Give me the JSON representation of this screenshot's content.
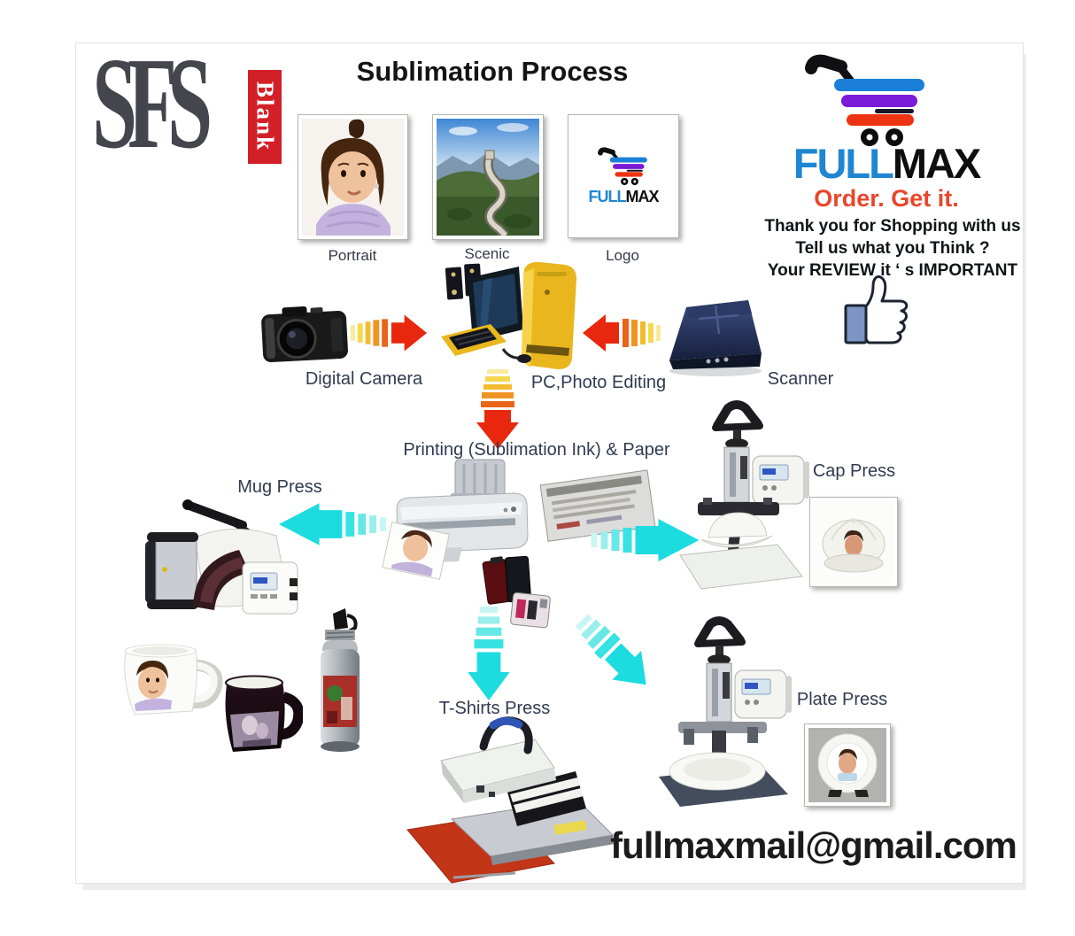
{
  "title": "Sublimation Process",
  "sfs_logo": {
    "text": "SFS",
    "banner": "Blank"
  },
  "header_brand": {
    "wordmark_blue": "FULL",
    "wordmark_black": "MAX",
    "tagline": "Order. Get it.",
    "message_lines": [
      "Thank you for Shopping with us",
      "Tell us what you Think ?",
      "Your REVIEW it ‘ s IMPORTANT"
    ]
  },
  "mini_logo": {
    "blue": "FULL",
    "black": "MAX"
  },
  "source_images": {
    "portrait_label": "Portrait",
    "scenic_label": "Scenic",
    "logo_label": "Logo"
  },
  "capture_row": {
    "camera_label": "Digital Camera",
    "pc_label": "PC,Photo Editing",
    "scanner_label": "Scanner"
  },
  "printing_label": "Printing (Sublimation Ink) & Paper",
  "presses": {
    "mug": "Mug Press",
    "cap": "Cap Press",
    "tshirt": "T-Shirts Press",
    "plate": "Plate Press"
  },
  "contact_email": "fullmaxmail@gmail.com",
  "colors": {
    "brand_blue": "#1e86d2",
    "brand_purple": "#7a1bd8",
    "brand_red": "#ee3312",
    "tagline_red": "#e8462a",
    "sfs_banner_red": "#d32028",
    "cyan_arrow": "#1cdce0",
    "warm_arrow_yellow": "#f6d84e",
    "warm_arrow_red": "#e8280e"
  }
}
